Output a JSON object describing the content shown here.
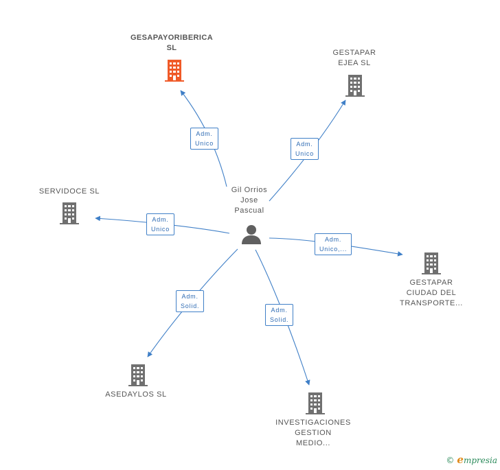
{
  "center": {
    "lines": [
      "Gil Orrios",
      "Jose",
      "Pascual"
    ]
  },
  "companies": {
    "gesapayoriberica": {
      "lines": [
        "GESAPAYORIBERICA",
        "SL"
      ]
    },
    "ejea": {
      "lines": [
        "GESTAPAR",
        "EJEA SL"
      ]
    },
    "servidoce": {
      "lines": [
        "SERVIDOCE SL"
      ]
    },
    "ciudad": {
      "lines": [
        "GESTAPAR",
        "CIUDAD DEL",
        "TRANSPORTE..."
      ]
    },
    "asedaylos": {
      "lines": [
        "ASEDAYLOS SL"
      ]
    },
    "investigaciones": {
      "lines": [
        "INVESTIGACIONES",
        "GESTION",
        "MEDIO..."
      ]
    }
  },
  "relations": {
    "gesapayoriberica": [
      "Adm.",
      "Unico"
    ],
    "ejea": [
      "Adm.",
      "Unico"
    ],
    "servidoce": [
      "Adm.",
      "Unico"
    ],
    "ciudad": [
      "Adm.",
      "Unico,..."
    ],
    "asedaylos": [
      "Adm.",
      "Solid."
    ],
    "investigaciones": [
      "Adm.",
      "Solid."
    ]
  },
  "footer": {
    "copyright": "©",
    "brand_initial": "e",
    "brand_rest": "mpresia"
  },
  "colors": {
    "highlight": "#f05a28",
    "building": "#707070",
    "edge": "#3f7fc7",
    "person": "#606060"
  },
  "icons": {
    "company": "building-icon",
    "person": "person-icon"
  }
}
